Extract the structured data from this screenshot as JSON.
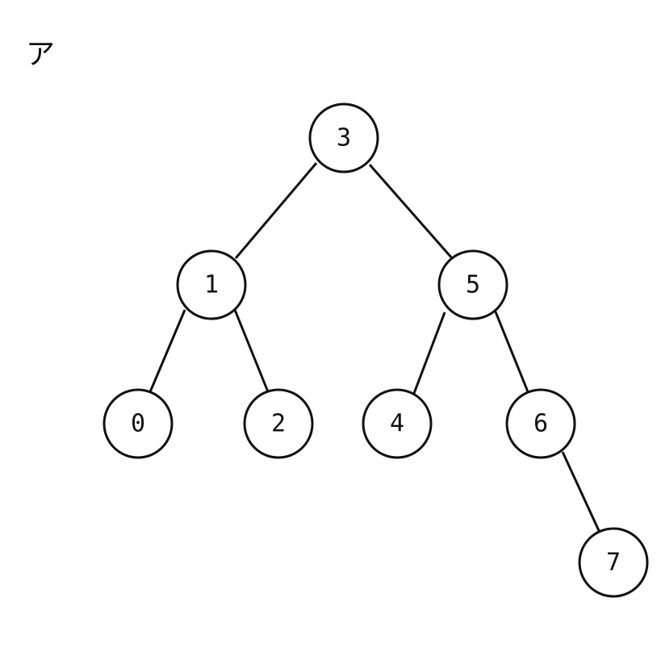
{
  "figure_label": "ア",
  "tree": {
    "root": "3",
    "nodes": [
      "3",
      "1",
      "5",
      "0",
      "2",
      "4",
      "6",
      "7"
    ],
    "edges": [
      [
        "3",
        "1"
      ],
      [
        "3",
        "5"
      ],
      [
        "1",
        "0"
      ],
      [
        "1",
        "2"
      ],
      [
        "5",
        "4"
      ],
      [
        "5",
        "6"
      ],
      [
        "6",
        "7"
      ]
    ]
  },
  "colors": {
    "stroke": "#111111",
    "fill": "#ffffff"
  }
}
